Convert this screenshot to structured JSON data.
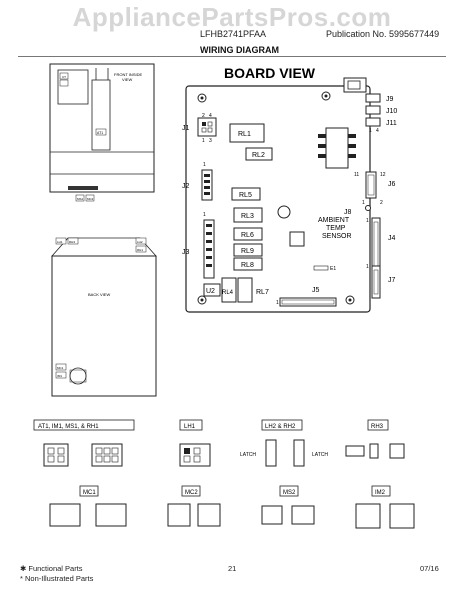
{
  "watermark": "AppliancePartsPros.com",
  "header": {
    "model": "LFHB2741PFAA",
    "publication": "Publication No. 5995677449",
    "section_title": "WIRING DIAGRAM"
  },
  "board": {
    "title": "BOARD VIEW",
    "connectors": {
      "j1": "J1",
      "j2": "J2",
      "j3": "J3",
      "j4": "J4",
      "j5": "J5",
      "j6": "J6",
      "j7": "J7",
      "j8": "J8",
      "j9": "J9",
      "j10": "J10",
      "j11": "J11"
    },
    "relays": {
      "rl1": "RL1",
      "rl2": "RL2",
      "rl3": "RL3",
      "rl4": "RL4",
      "rl5": "RL5",
      "rl6": "RL6",
      "rl7": "RL7",
      "rl8": "RL8",
      "rl9": "RL9"
    },
    "u2": "U2",
    "e1": "E1",
    "sensor_line1": "AMBIENT",
    "sensor_line2": "TEMP",
    "sensor_line3": "SENSOR",
    "pins": {
      "j1_2": "2",
      "j1_4": "4",
      "j1_1": "1",
      "j1_3": "3",
      "j2_1": "1",
      "j3_1": "1",
      "j4_1": "1",
      "j6_11": "11",
      "j6_12": "12",
      "j6_1": "1",
      "j6_2": "2",
      "j7_1": "1",
      "j5_1": "1",
      "j11_1": "1",
      "j11_4": "4"
    }
  },
  "fridge_front": {
    "label_line1": "FRONT INSIDE",
    "label_line2": "VIEW",
    "tag_ct": "CT",
    "tag_at1": "AT1",
    "tag_ms1": "MS1",
    "tag_mc2": "MC2"
  },
  "fridge_back": {
    "label": "BACK VIEW",
    "tag_lh1": "LH1",
    "tag_rh3": "RH3",
    "tag_lh2": "LH2",
    "tag_rh1": "RH1",
    "tag_mc1": "MC1",
    "tag_im1": "IM1"
  },
  "connector_legend": {
    "at_group": "AT1, IM1, MS1, & RH1",
    "lh1": "LH1",
    "lh2_rh2": "LH2 & RH2",
    "rh3": "RH3",
    "mc1": "MC1",
    "mc2": "MC2",
    "ms2": "MS2",
    "im2": "IM2",
    "latch_left": "LATCH",
    "latch_right": "LATCH"
  },
  "footer": {
    "functional": "✱ Functional Parts",
    "non_illustrated": "* Non-Illustrated Parts",
    "page": "21",
    "date": "07/16"
  }
}
